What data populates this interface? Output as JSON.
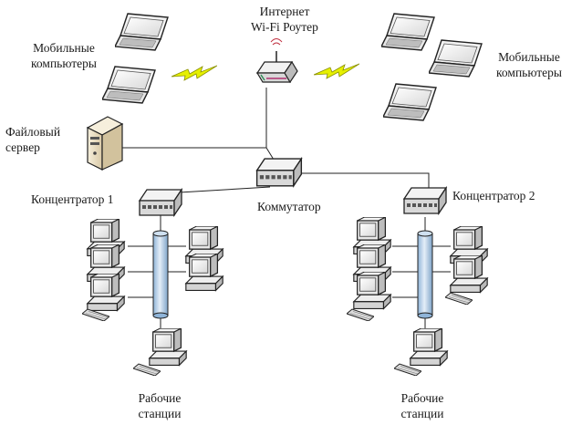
{
  "diagram": {
    "router": {
      "line1": "Интернет",
      "line2": "Wi-Fi Роутер"
    },
    "mobile_left": {
      "line1": "Мобильные",
      "line2": "компьютеры"
    },
    "mobile_right": {
      "line1": "Мобильные",
      "line2": "компьютеры"
    },
    "file_server": {
      "line1": "Файловый",
      "line2": "сервер"
    },
    "switch": "Коммутатор",
    "hub1": "Концентратор 1",
    "hub2": "Концентратор 2",
    "workstations_left": {
      "line1": "Рабочие",
      "line2": "станции"
    },
    "workstations_right": {
      "line1": "Рабочие",
      "line2": "станции"
    }
  }
}
